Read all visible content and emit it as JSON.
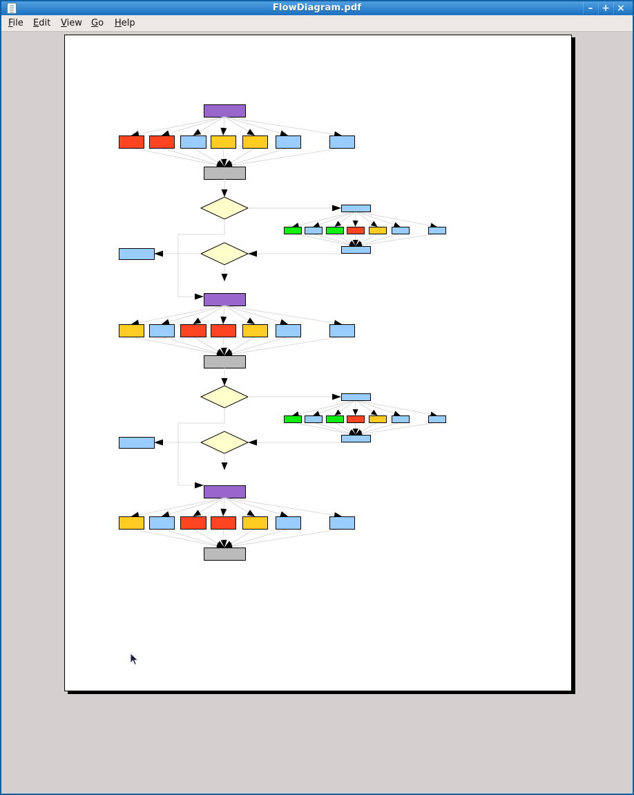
{
  "window": {
    "title": "FlowDiagram.pdf",
    "buttons": [
      "minimize-icon",
      "maximize-icon",
      "close-icon"
    ]
  },
  "menu": {
    "items": [
      {
        "label": "File",
        "mnemonic": "F",
        "rest": "ile"
      },
      {
        "label": "Edit",
        "mnemonic": "E",
        "rest": "dit"
      },
      {
        "label": "View",
        "mnemonic": "V",
        "rest": "iew"
      },
      {
        "label": "Go",
        "mnemonic": "G",
        "rest": "o"
      },
      {
        "label": "Help",
        "mnemonic": "H",
        "rest": "elp"
      }
    ]
  },
  "colors": {
    "purple": "#9966cc",
    "red": "#ff4422",
    "blue": "#99ccff",
    "yellow": "#ffcc22",
    "gray": "#bbbbbb",
    "green": "#11ee11",
    "diamond": "#ffffcc"
  },
  "blocks": [
    {
      "fan": [
        "red",
        "red",
        "blue",
        "yellow",
        "yellow",
        "blue",
        "blue"
      ],
      "sub_fan": [
        "green",
        "blue",
        "green",
        "red",
        "yellow",
        "blue",
        "blue"
      ]
    },
    {
      "fan": [
        "yellow",
        "blue",
        "red",
        "red",
        "yellow",
        "blue",
        "blue"
      ],
      "sub_fan": [
        "green",
        "blue",
        "green",
        "red",
        "yellow",
        "blue",
        "blue"
      ]
    },
    {
      "fan": [
        "yellow",
        "blue",
        "red",
        "red",
        "yellow",
        "blue",
        "blue"
      ]
    }
  ]
}
